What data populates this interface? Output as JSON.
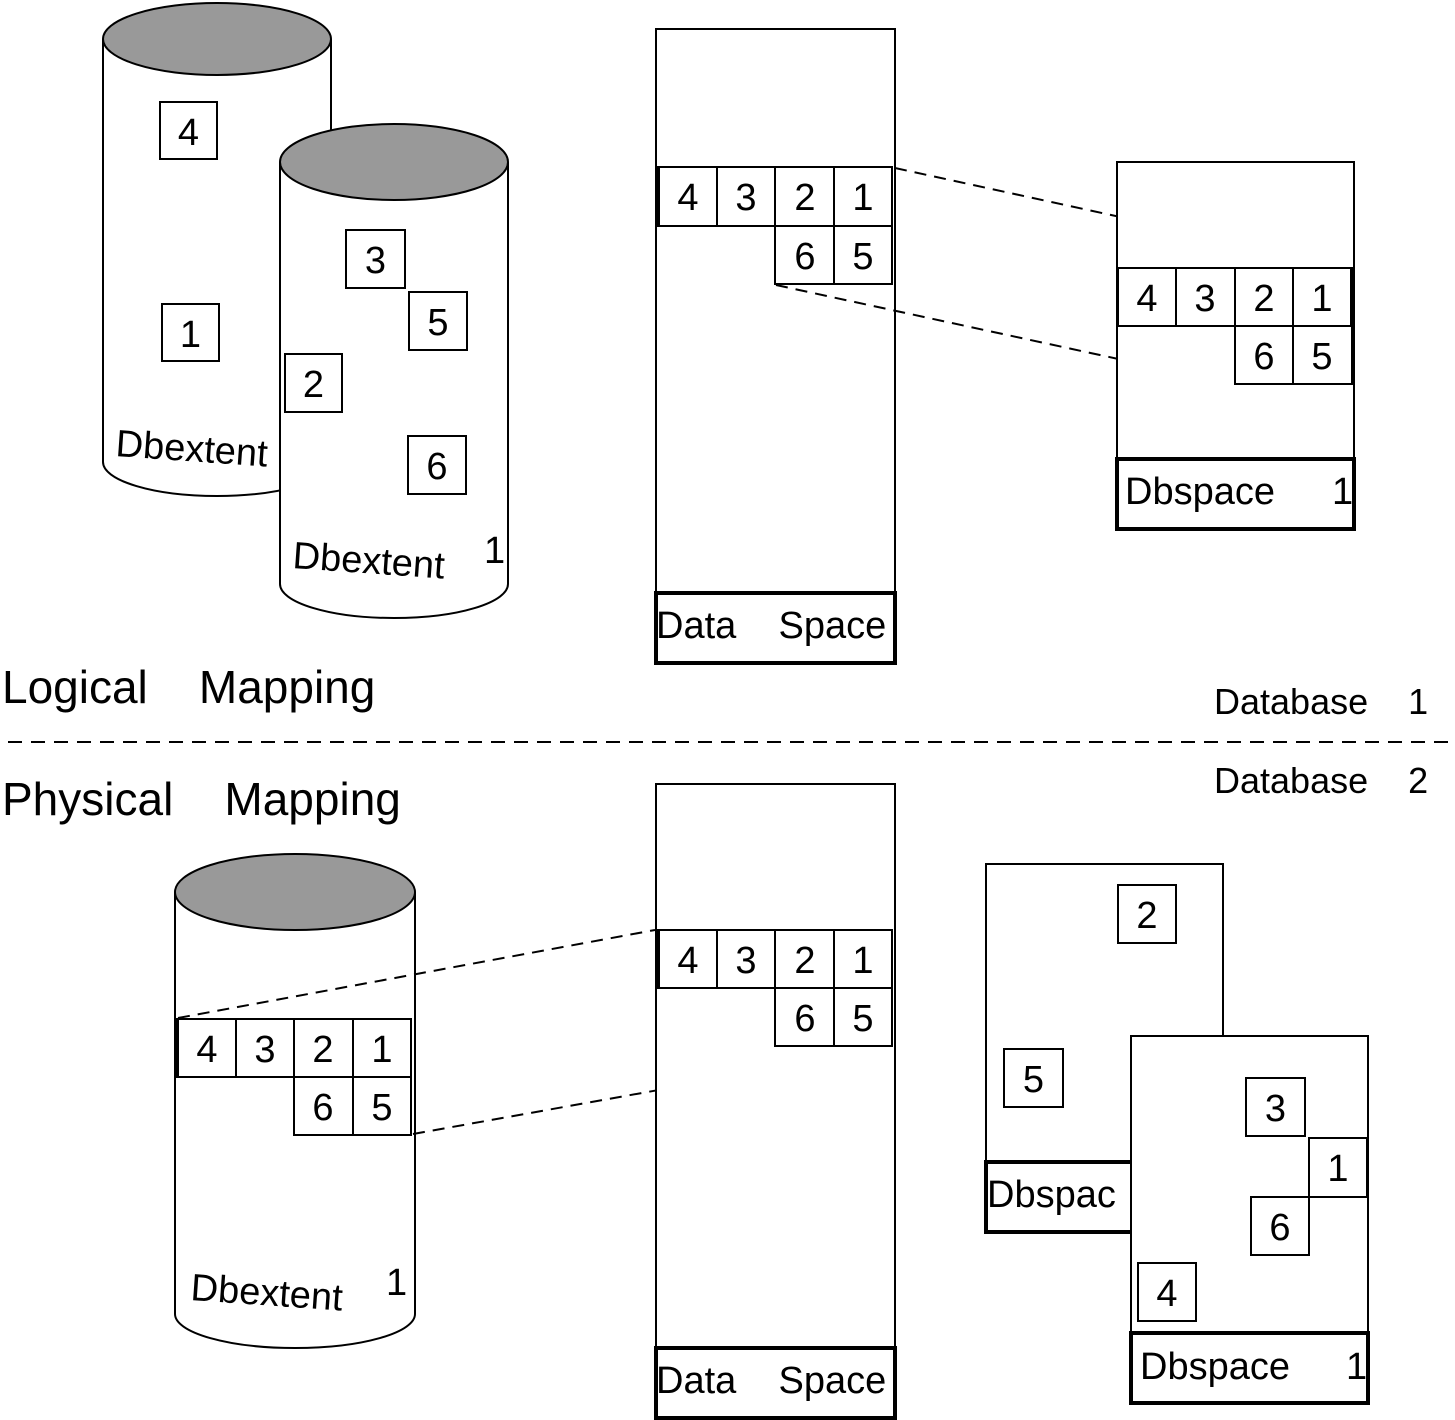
{
  "logical": {
    "section_label": "Logical    Mapping",
    "database_label": "Database    1",
    "extent_a": {
      "label": "Dbextent",
      "blocks": [
        "4",
        "1"
      ]
    },
    "extent_b": {
      "label": "Dbextent",
      "number": "1",
      "blocks": [
        "3",
        "5",
        "2",
        "6"
      ]
    },
    "data_space": {
      "label": "Data    Space",
      "row1": [
        "4",
        "3",
        "2",
        "1"
      ],
      "row2": [
        "6",
        "5"
      ]
    },
    "dbspace": {
      "label": "Dbspace",
      "number": "1",
      "row1": [
        "4",
        "3",
        "2",
        "1"
      ],
      "row2": [
        "6",
        "5"
      ]
    }
  },
  "physical": {
    "section_label": "Physical    Mapping",
    "database_label": "Database    2",
    "extent": {
      "label": "Dbextent",
      "number": "1",
      "row1": [
        "4",
        "3",
        "2",
        "1"
      ],
      "row2": [
        "6",
        "5"
      ]
    },
    "data_space": {
      "label": "Data    Space",
      "row1": [
        "4",
        "3",
        "2",
        "1"
      ],
      "row2": [
        "6",
        "5"
      ]
    },
    "dbspace_back": {
      "label": "Dbspac",
      "blocks": [
        "2",
        "5"
      ]
    },
    "dbspace_front": {
      "label": "Dbspace",
      "number": "1",
      "blocks": [
        "3",
        "1",
        "6",
        "4"
      ]
    }
  },
  "colors": {
    "cylinder_top": "#999999",
    "line": "#000000",
    "background": "#ffffff"
  }
}
